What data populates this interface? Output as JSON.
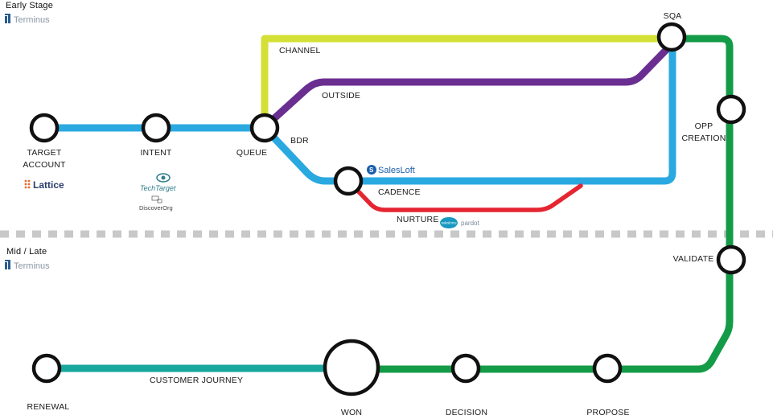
{
  "sections": {
    "early_label": "Early Stage",
    "mid_label": "Mid / Late",
    "terminus": "Terminus"
  },
  "colors": {
    "channel": "#d4e036",
    "outside": "#6a2e91",
    "bdr": "#2aa9e0",
    "nurture": "#e52531",
    "green": "#149b48",
    "teal": "#16a79d",
    "divider": "#c8c8c8"
  },
  "lines": {
    "channel": "CHANNEL",
    "outside": "OUTSIDE",
    "bdr": "BDR",
    "nurture": "NURTURE",
    "customer_journey": "CUSTOMER JOURNEY"
  },
  "stations": {
    "target_account_1": "TARGET",
    "target_account_2": "ACCOUNT",
    "intent": "INTENT",
    "queue": "QUEUE",
    "cadence": "CADENCE",
    "sqa": "SQA",
    "opp_creation_1": "OPP",
    "opp_creation_2": "CREATION",
    "validate": "VALIDATE",
    "renewal": "RENEWAL",
    "won": "WON",
    "decision": "DECISION",
    "propose": "PROPOSE"
  },
  "logos": {
    "lattice": "Lattice",
    "techtarget": "TechTarget",
    "discoverorg": "DiscoverOrg",
    "salesloft": "SalesLoft",
    "salesforce": "salesforce",
    "pardot": "pardot"
  }
}
